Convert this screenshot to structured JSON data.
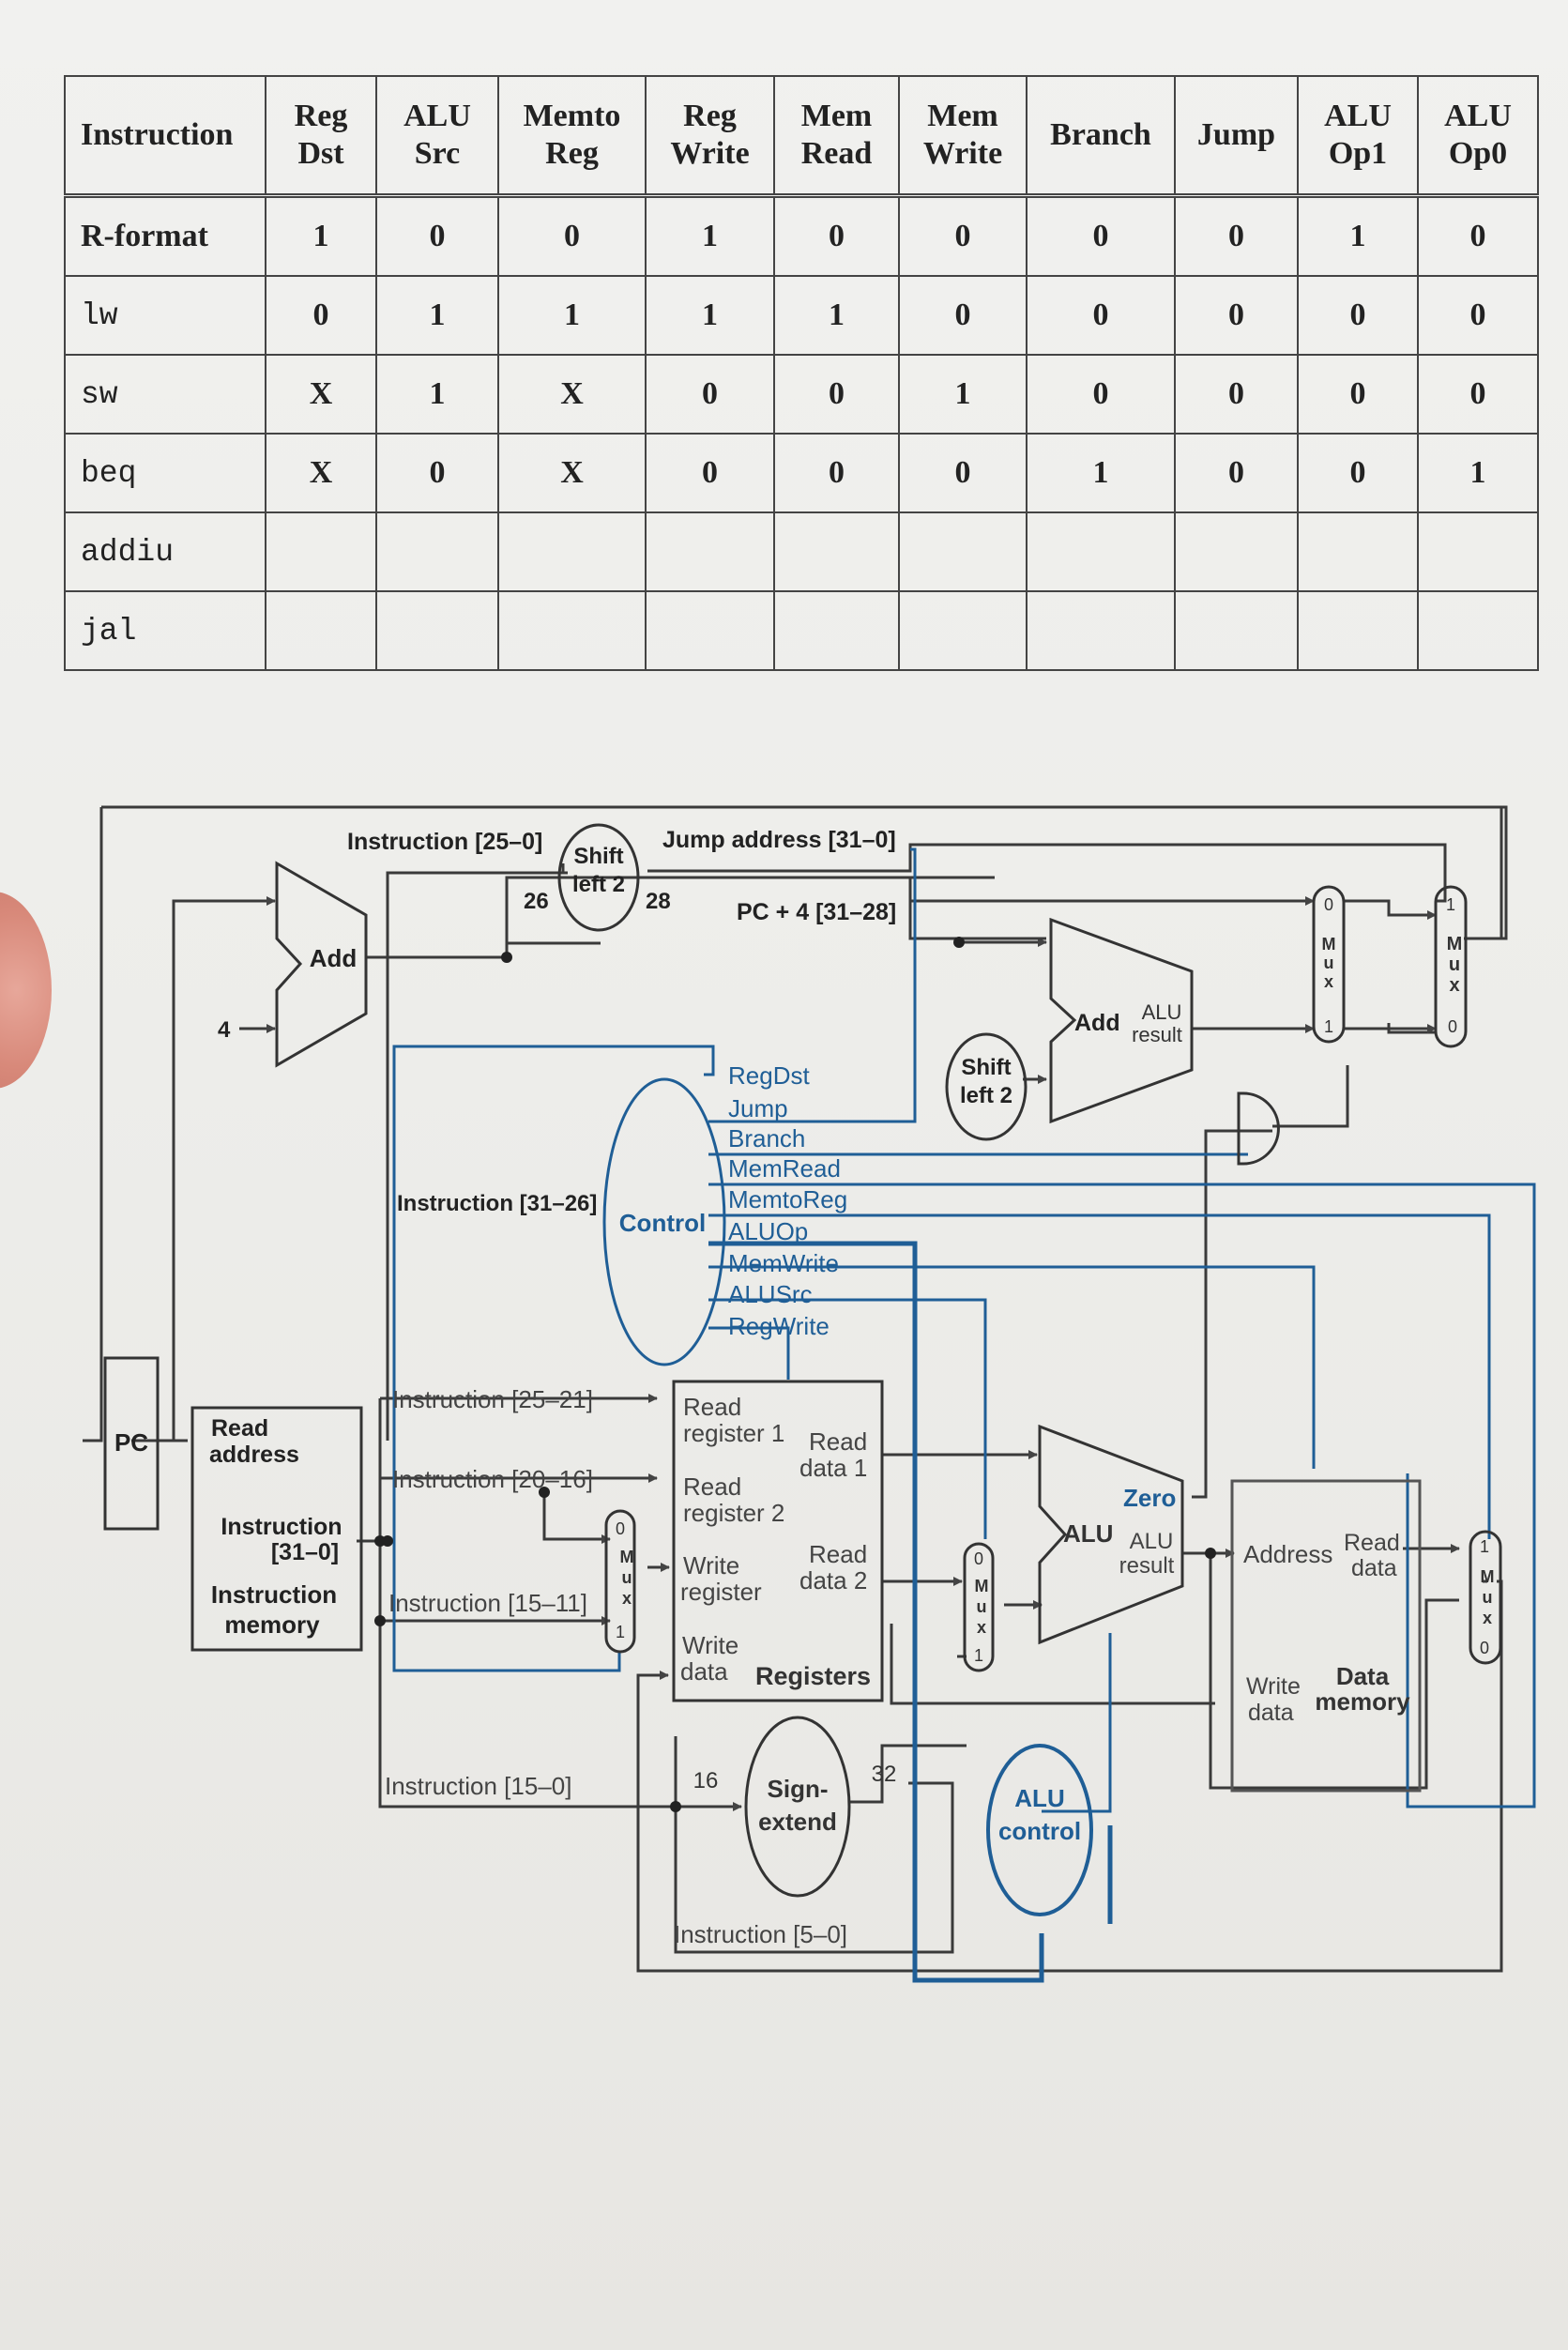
{
  "table": {
    "headers": [
      [
        "Instruction"
      ],
      [
        "Reg",
        "Dst"
      ],
      [
        "ALU",
        "Src"
      ],
      [
        "Memto",
        "Reg"
      ],
      [
        "Reg",
        "Write"
      ],
      [
        "Mem",
        "Read"
      ],
      [
        "Mem",
        "Write"
      ],
      [
        "Branch"
      ],
      [
        "Jump"
      ],
      [
        "ALU",
        "Op1"
      ],
      [
        "ALU",
        "Op0"
      ]
    ],
    "rows": [
      {
        "name": "R-format",
        "mono": false,
        "cells": [
          "1",
          "0",
          "0",
          "1",
          "0",
          "0",
          "0",
          "0",
          "1",
          "0"
        ]
      },
      {
        "name": "lw",
        "mono": true,
        "cells": [
          "0",
          "1",
          "1",
          "1",
          "1",
          "0",
          "0",
          "0",
          "0",
          "0"
        ]
      },
      {
        "name": "sw",
        "mono": true,
        "cells": [
          "X",
          "1",
          "X",
          "0",
          "0",
          "1",
          "0",
          "0",
          "0",
          "0"
        ]
      },
      {
        "name": "beq",
        "mono": true,
        "cells": [
          "X",
          "0",
          "X",
          "0",
          "0",
          "0",
          "1",
          "0",
          "0",
          "1"
        ]
      },
      {
        "name": "addiu",
        "mono": true,
        "cells": [
          "",
          "",
          "",
          "",
          "",
          "",
          "",
          "",
          "",
          ""
        ]
      },
      {
        "name": "jal",
        "mono": true,
        "cells": [
          "",
          "",
          "",
          "",
          "",
          "",
          "",
          "",
          "",
          ""
        ]
      }
    ]
  },
  "diagram": {
    "pc": "PC",
    "add_top": "Add",
    "four": "4",
    "instr_25_0": "Instruction [25–0]",
    "shift_top": [
      "Shift",
      "left 2"
    ],
    "n26": "26",
    "n28": "28",
    "jump_address": "Jump address [31–0]",
    "pc4": "PC + 4 [31–28]",
    "add_branch": "Add",
    "alu_result_top": [
      "ALU",
      "result"
    ],
    "shift2": [
      "Shift",
      "left 2"
    ],
    "control": "Control",
    "signals": [
      "RegDst",
      "Jump",
      "Branch",
      "MemRead",
      "MemtoReg",
      "ALUOp",
      "MemWrite",
      "ALUSrc",
      "RegWrite"
    ],
    "instr_31_26": "Instruction [31–26]",
    "instr_25_21": "Instruction [25–21]",
    "instr_20_16": "Instruction [20–16]",
    "instr_15_11": "Instruction [15–11]",
    "instr_15_0": "Instruction [15–0]",
    "instr_5_0": "Instruction [5–0]",
    "imem": [
      "Read",
      "address",
      "Instruction",
      "[31–0]",
      "Instruction",
      "memory"
    ],
    "regs": [
      "Read",
      "register 1",
      "Read",
      "data 1",
      "Read",
      "register 2",
      "Write",
      "register",
      "Read",
      "data 2",
      "Write",
      "data",
      "Registers"
    ],
    "alu": [
      "Zero",
      "ALU",
      "ALU",
      "result"
    ],
    "dmem": [
      "Address",
      "Read",
      "data",
      "Write",
      "data",
      "Data",
      "memory"
    ],
    "sign_extend": [
      "Sign-",
      "extend"
    ],
    "n16": "16",
    "n32": "32",
    "alu_control": [
      "ALU",
      "control"
    ],
    "mux_letters": [
      "M",
      "u",
      "x"
    ],
    "mux_zero": "0",
    "mux_one": "1"
  }
}
